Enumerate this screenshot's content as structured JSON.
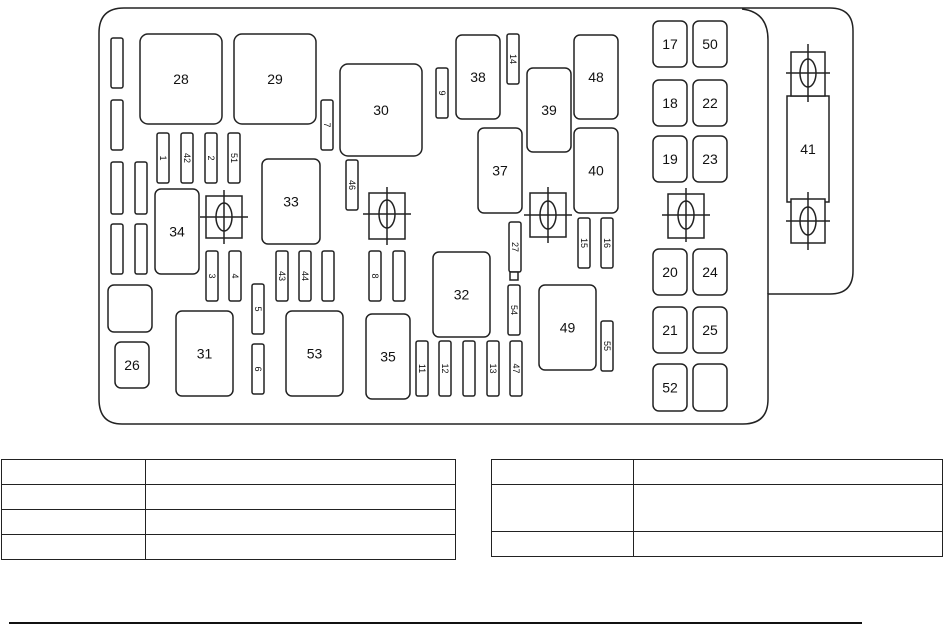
{
  "diagram": {
    "label_color": "#111111",
    "stroke_color": "#222222",
    "fill_color": "#ffffff",
    "relays": [
      {
        "id": "relay-28",
        "label": "28"
      },
      {
        "id": "relay-29",
        "label": "29"
      },
      {
        "id": "relay-30",
        "label": "30"
      },
      {
        "id": "relay-38",
        "label": "38"
      },
      {
        "id": "relay-39",
        "label": "39"
      },
      {
        "id": "relay-48",
        "label": "48"
      },
      {
        "id": "relay-37",
        "label": "37"
      },
      {
        "id": "relay-40",
        "label": "40"
      },
      {
        "id": "relay-33",
        "label": "33"
      },
      {
        "id": "relay-34",
        "label": "34"
      },
      {
        "id": "relay-32",
        "label": "32"
      },
      {
        "id": "relay-49",
        "label": "49"
      },
      {
        "id": "relay-31",
        "label": "31"
      },
      {
        "id": "relay-53",
        "label": "53"
      },
      {
        "id": "relay-35",
        "label": "35"
      },
      {
        "id": "relay-26",
        "label": "26"
      },
      {
        "id": "fuse-17",
        "label": "17"
      },
      {
        "id": "fuse-50",
        "label": "50"
      },
      {
        "id": "fuse-18",
        "label": "18"
      },
      {
        "id": "fuse-22",
        "label": "22"
      },
      {
        "id": "fuse-19",
        "label": "19"
      },
      {
        "id": "fuse-23",
        "label": "23"
      },
      {
        "id": "fuse-20",
        "label": "20"
      },
      {
        "id": "fuse-24",
        "label": "24"
      },
      {
        "id": "fuse-21",
        "label": "21"
      },
      {
        "id": "fuse-25",
        "label": "25"
      },
      {
        "id": "fuse-52",
        "label": "52"
      },
      {
        "id": "fuse-41",
        "label": "41"
      }
    ],
    "mini_fuses": [
      {
        "id": "fuse-1",
        "label": "1"
      },
      {
        "id": "fuse-42",
        "label": "42"
      },
      {
        "id": "fuse-2",
        "label": "2"
      },
      {
        "id": "fuse-51",
        "label": "51"
      },
      {
        "id": "fuse-3",
        "label": "3"
      },
      {
        "id": "fuse-4",
        "label": "4"
      },
      {
        "id": "fuse-5",
        "label": "5"
      },
      {
        "id": "fuse-6",
        "label": "6"
      },
      {
        "id": "fuse-7",
        "label": "7"
      },
      {
        "id": "fuse-9",
        "label": "9"
      },
      {
        "id": "fuse-14",
        "label": "14"
      },
      {
        "id": "fuse-46",
        "label": "46"
      },
      {
        "id": "fuse-43",
        "label": "43"
      },
      {
        "id": "fuse-44",
        "label": "44"
      },
      {
        "id": "fuse-8",
        "label": "8"
      },
      {
        "id": "fuse-27",
        "label": "27"
      },
      {
        "id": "fuse-54",
        "label": "54"
      },
      {
        "id": "fuse-15",
        "label": "15"
      },
      {
        "id": "fuse-16",
        "label": "16"
      },
      {
        "id": "fuse-55",
        "label": "55"
      },
      {
        "id": "fuse-11",
        "label": "11"
      },
      {
        "id": "fuse-12",
        "label": "12"
      },
      {
        "id": "fuse-13",
        "label": "13"
      },
      {
        "id": "fuse-47",
        "label": "47"
      }
    ]
  },
  "legend_left": {
    "rows": [
      {
        "name": "",
        "usage": ""
      },
      {
        "name": "",
        "usage": ""
      },
      {
        "name": "",
        "usage": ""
      },
      {
        "name": "",
        "usage": ""
      }
    ]
  },
  "legend_right": {
    "rows": [
      {
        "name": "",
        "usage": ""
      },
      {
        "name": "",
        "usage": ""
      },
      {
        "name": "",
        "usage": ""
      }
    ]
  }
}
